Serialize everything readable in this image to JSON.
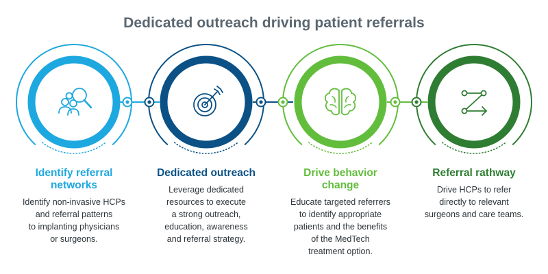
{
  "title": "Dedicated outreach driving patient referrals",
  "colors": {
    "light_blue": "#1ea8e0",
    "dark_blue": "#0b5185",
    "light_green": "#62bd3c",
    "dark_green": "#2f7d32",
    "title_gray": "#5b6770",
    "body_text": "#2d3439"
  },
  "steps": [
    {
      "icon": "people-search-icon",
      "color": "#1ea8e0",
      "title": "Identify referral networks",
      "title_lines": [
        "Identify referral",
        "networks"
      ],
      "description": "Identify non-invasive HCPs and referral patterns to implanting physicians or surgeons.",
      "desc_lines": [
        "Identify non-invasive HCPs",
        "and referral patterns",
        "to implanting physicians",
        "or surgeons."
      ]
    },
    {
      "icon": "target-icon",
      "color": "#0b5185",
      "title": "Dedicated outreach",
      "title_lines": [
        "Dedicated outreach"
      ],
      "description": "Leverage dedicated resources to execute a strong outreach, education, awareness and referral strategy.",
      "desc_lines": [
        "Leverage dedicated",
        "resources to execute",
        "a strong outreach,",
        "education, awareness",
        "and referral strategy."
      ]
    },
    {
      "icon": "brain-icon",
      "color": "#62bd3c",
      "title": "Drive behavior change",
      "title_lines": [
        "Drive behavior",
        "change"
      ],
      "description": "Educate targeted referrers to identify appropriate patients and the benefits of the MedTech treatment option.",
      "desc_lines": [
        "Educate targeted referrers",
        "to identify appropriate",
        "patients and the benefits",
        "of the MedTech",
        "treatment option."
      ]
    },
    {
      "icon": "referral-path-icon",
      "color": "#2f7d32",
      "title": "Referral rathway",
      "title_lines": [
        "Referral rathway"
      ],
      "description": "Drive HCPs to refer directly to relevant surgeons and care teams.",
      "desc_lines": [
        "Drive HCPs to refer",
        "directly to relevant",
        "surgeons and care teams."
      ]
    }
  ]
}
